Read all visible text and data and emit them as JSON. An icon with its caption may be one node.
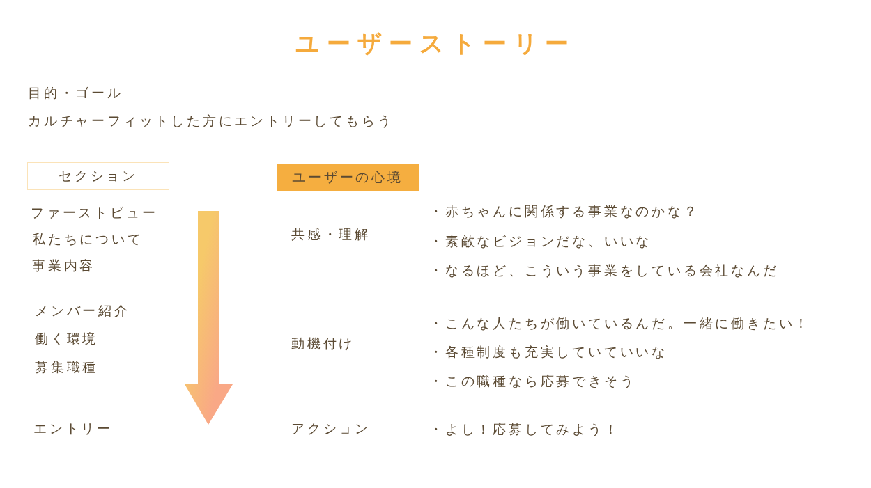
{
  "diagram": {
    "title": "ユーザーストーリー",
    "nodes": [
      {
        "text": [
          "セクション"
        ]
      },
      {
        "text": [
          "ユーザーの心境"
        ]
      }
    ],
    "labels": [
      "目的・ゴール",
      "カルチャーフィットした方にエントリーしてもらう",
      "ファーストビュー",
      "私たちについて",
      "事業内容",
      "メンバー紹介",
      "働く環境",
      "募集職種",
      "エントリー",
      "共感・理解",
      "動機付け",
      "アクション",
      "・赤ちゃんに関係する事業なのかな？",
      "・素敵なビジョンだな、いいな",
      "・なるほど、こういう事業をしている会社なんだ",
      "・こんな人たちが働いているんだ。一緒に働きたい！",
      "・各種制度も充実していていいな",
      "・この職種なら応募できそう",
      "・よし！応募してみよう！"
    ]
  }
}
